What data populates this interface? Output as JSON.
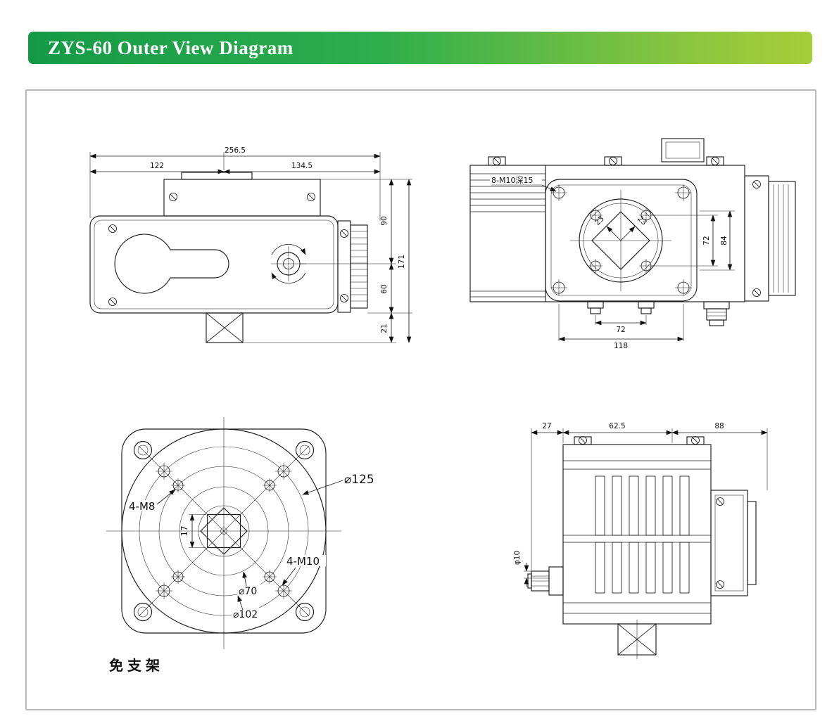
{
  "header": {
    "title": "ZYS-60 Outer View Diagram"
  },
  "colors": {
    "header_gradient_start": "#149a47",
    "header_gradient_end": "#a6ce39",
    "drawing_line": "#1c1c1c",
    "frame_border": "#b9b9b9"
  },
  "views": {
    "side_view": {
      "dims": {
        "overall_width": "256.5",
        "left_section": "122",
        "right_section": "134.5",
        "top_to_shaft": "90",
        "shaft_to_base": "60",
        "overall_height": "171",
        "output_shaft": "21"
      }
    },
    "front_view": {
      "thread_callout": "8-M10深15",
      "dims": {
        "square_a": "23",
        "square_b": "23",
        "bolt_span_vertical": "72",
        "flange_height": "84",
        "bolt_span_horizontal": "72",
        "base_width": "118"
      }
    },
    "mounting_view": {
      "callouts": {
        "circle_125": "⌀125",
        "bolts_m8": "4-M8",
        "square_17": "17",
        "bolts_m10": "4-M10",
        "circle_70": "⌀70",
        "circle_102": "⌀102"
      },
      "caption": "免支架"
    },
    "end_view": {
      "dims": {
        "gland_offset": "27",
        "body_left": "62.5",
        "body_right": "88",
        "cable_hole": "φ10"
      }
    }
  }
}
